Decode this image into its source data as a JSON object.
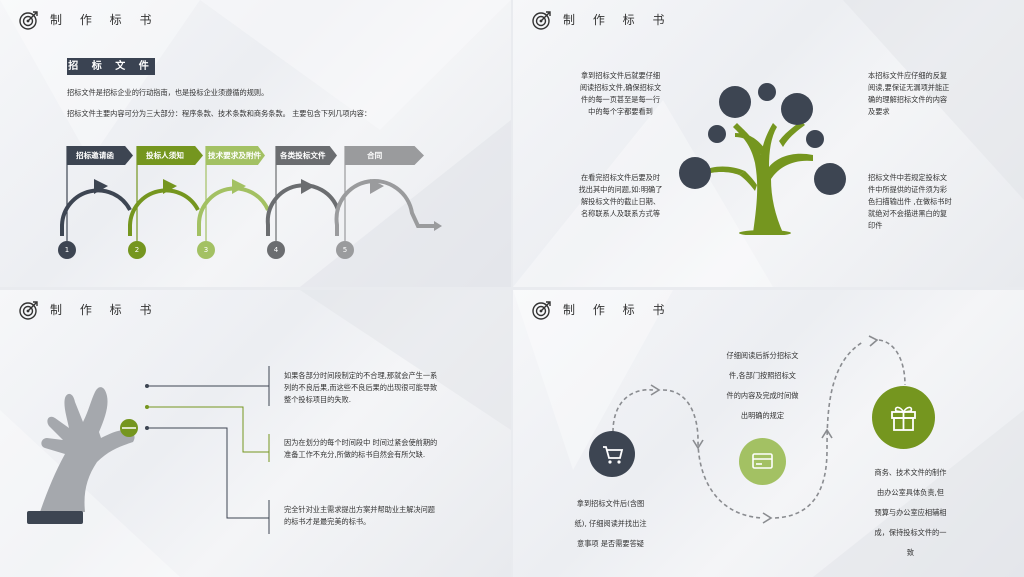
{
  "header_title": "制 作 标 书",
  "panel1": {
    "tag": "招 标 文 件",
    "line1": "招标文件是招标企业的行动指南，也是投标企业须遵循的规则。",
    "line2": "招标文件主要内容可分为三大部分：程序条款、技术条款和商务条款。 主要包含下列几项内容：",
    "steps": [
      {
        "label": "招标邀请函",
        "num": "1",
        "color": "#3d4552"
      },
      {
        "label": "投标人须知",
        "num": "2",
        "color": "#75961f"
      },
      {
        "label": "技术要求及附件",
        "num": "3",
        "color": "#a3c163"
      },
      {
        "label": "各类投标文件",
        "num": "4",
        "color": "#6b6d70"
      },
      {
        "label": "合同",
        "num": "5",
        "color": "#9a9b9d"
      }
    ]
  },
  "panel2": {
    "text_top_left": [
      "拿到招标文件后就要仔细",
      "阅读招标文件,确保招标文",
      "件的每一页甚至是每一行",
      "中的每个字都要看到"
    ],
    "text_bottom_left": [
      "在看完招标文件后要及时",
      "找出其中的问题,如:明确了",
      "解投标文件的截止日期、",
      "名称联系人及联系方式等"
    ],
    "text_top_right": [
      "本招标文件应仔细的反复",
      "阅读,要保证无漏项并能正",
      "确的理解招标文件的内容",
      "及要求"
    ],
    "text_bottom_right": [
      "招标文件中若规定投标文",
      "件中所提供的证件须为彩",
      "色扫描输出件 ,在做标书时",
      "就绝对不会描进黑白的复",
      "印件"
    ]
  },
  "panel3": {
    "para1": [
      "如果各部分时间段制定的不合理,那就会产生一系",
      "列的不良后果,而这些不良后果的出现很可能导致",
      "整个投标项目的失败."
    ],
    "para2": [
      "因为在划分的每个时间段中 时间过紧会使前期的",
      "准备工作不充分,所做的标书自然会有所欠缺."
    ],
    "para3": [
      "完全针对业主需求提出方案并帮助业主解决问题",
      "的标书才是最完美的标书。"
    ]
  },
  "panel4": {
    "text_left": [
      "拿到招标文件后(含图",
      "纸), 仔细阅读并找出注",
      "意事项 是否需要答疑"
    ],
    "text_mid": [
      "仔细阅读后拆分招标文",
      "件,各部门按照招标文",
      "件的内容及完成时间做",
      "出明确的规定"
    ],
    "text_right": [
      "商务、技术文件的制作",
      "由办公室具体负责,但",
      "预算与办公室应相辅相",
      "成，保持投标文件的一",
      "致"
    ],
    "icons": [
      "cart-icon",
      "card-icon",
      "gift-icon"
    ]
  },
  "colors": {
    "dark": "#3d4552",
    "green": "#75961f",
    "lightgreen": "#a3c163",
    "gray": "#6b6d70"
  }
}
